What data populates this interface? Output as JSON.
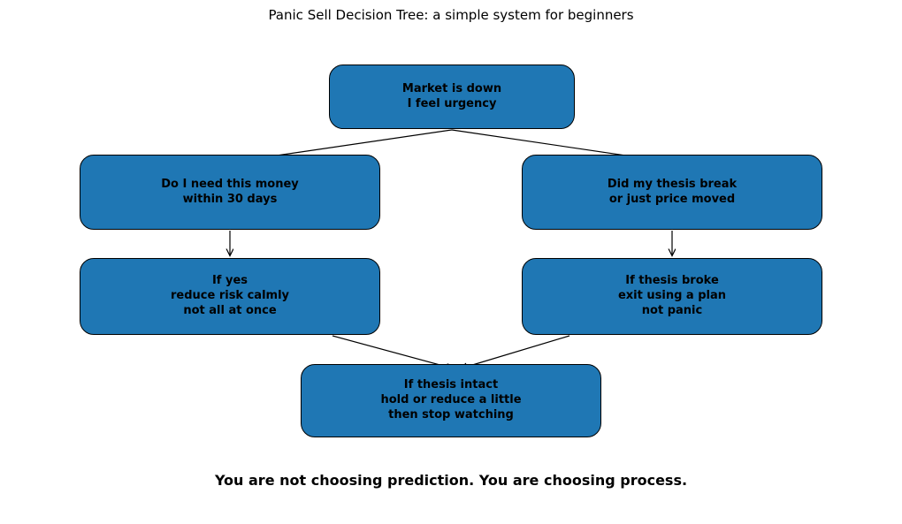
{
  "title": "Panic Sell Decision Tree: a simple system for beginners",
  "footer": "You are not choosing prediction. You are choosing process.",
  "colors": {
    "node_fill": "#1f77b4",
    "node_border": "#000000",
    "node_text": "#000000",
    "arrow": "#000000",
    "background": "#ffffff"
  },
  "nodes": {
    "root": {
      "text": "Market is down\nI feel urgency"
    },
    "need_money": {
      "text": "Do I need this money\nwithin 30 days"
    },
    "thesis_break": {
      "text": "Did my thesis break\nor just price moved"
    },
    "reduce_risk": {
      "text": "If yes\nreduce risk calmly\nnot all at once"
    },
    "exit_plan": {
      "text": "If thesis broke\nexit using a plan\nnot panic"
    },
    "hold": {
      "text": "If thesis intact\nhold or reduce a little\nthen stop watching"
    }
  }
}
